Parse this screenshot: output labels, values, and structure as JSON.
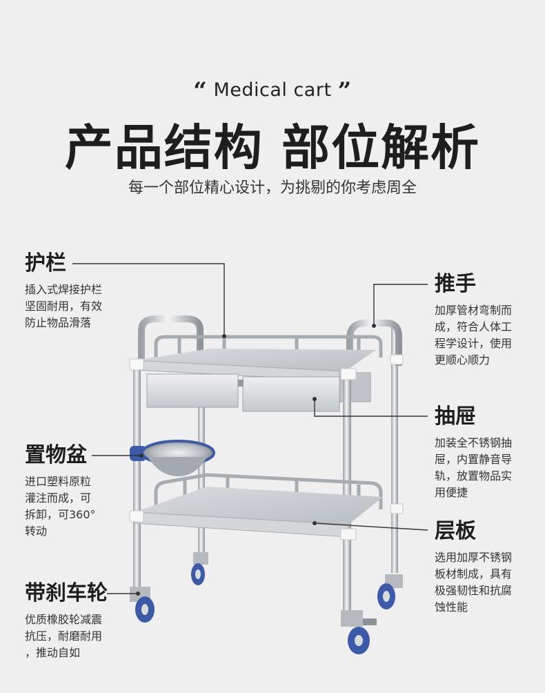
{
  "header": {
    "open_quote": "“",
    "english_title": "Medical cart",
    "close_quote": "”",
    "chinese_title": "产品结构 部位解析",
    "subtitle": "每一个部位精心设计，为挑剔的你考虑周全"
  },
  "features": [
    {
      "title": "护栏",
      "desc": "插入式焊接护栏\n坚固耐用，有效\n防止物品滑落"
    },
    {
      "title": "置物盆",
      "desc": "进口塑料原粒\n灌注而成，可\n拆卸，可360°\n转动"
    },
    {
      "title": "带刹车轮",
      "desc": "优质橡胶轮减震\n抗压，耐磨耐用\n，推动自如"
    },
    {
      "title": "推手",
      "desc": "加厚管材弯制而\n成，符合人体工\n程学设计，使用\n更顺心顺力"
    },
    {
      "title": "抽屉",
      "desc": "加装全不锈钢抽\n屉，内置静音导\n轨，放置物品实\n用便捷"
    },
    {
      "title": "层板",
      "desc": "选用加厚不锈钢\n板材制成，具有\n极强韧性和抗腐\n蚀性能"
    }
  ],
  "colors": {
    "background": "#efefef",
    "steel": "#c9cdd1",
    "wheel_blue": "#3b5aa8",
    "leader_line": "#333333"
  }
}
